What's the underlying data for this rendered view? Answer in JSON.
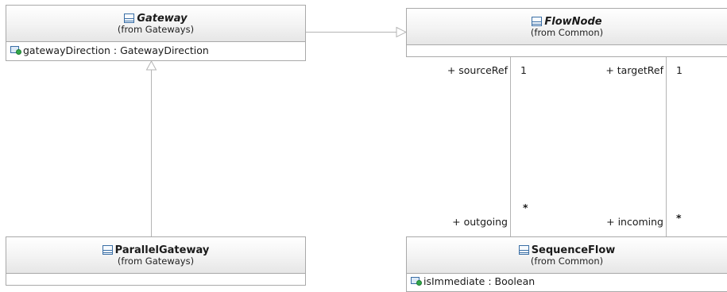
{
  "diagram": {
    "classes": {
      "gateway": {
        "name": "Gateway",
        "origin": "(from Gateways)",
        "abstract": true,
        "attributes": [
          {
            "text": "gatewayDirection : GatewayDirection",
            "icon": "public-attribute-icon"
          }
        ]
      },
      "flow_node": {
        "name": "FlowNode",
        "origin": "(from Common)",
        "abstract": true,
        "attributes": []
      },
      "parallel_gateway": {
        "name": "ParallelGateway",
        "origin": "(from Gateways)",
        "abstract": false,
        "attributes": []
      },
      "sequence_flow": {
        "name": "SequenceFlow",
        "origin": "(from Common)",
        "abstract": false,
        "attributes": [
          {
            "text": "isImmediate : Boolean",
            "icon": "public-attribute-icon"
          }
        ]
      }
    },
    "relationships": {
      "gateway_to_flownode": {
        "kind": "generalization"
      },
      "parallelgateway_to_gateway": {
        "kind": "generalization"
      },
      "source_association": {
        "kind": "association",
        "top_role": "+ sourceRef",
        "top_multiplicity": "1",
        "bottom_role": "+ outgoing",
        "bottom_multiplicity": "*"
      },
      "target_association": {
        "kind": "association",
        "top_role": "+ targetRef",
        "top_multiplicity": "1",
        "bottom_role": "+ incoming",
        "bottom_multiplicity": "*"
      }
    },
    "colors": {
      "border": "#a9a9a9",
      "header_gradient_top": "#ffffff",
      "header_gradient_bottom": "#e6e6e6",
      "connector_line": "#b4b4b4",
      "class_icon": "#3a6ea5",
      "attribute_dot": "#32a84a"
    }
  }
}
